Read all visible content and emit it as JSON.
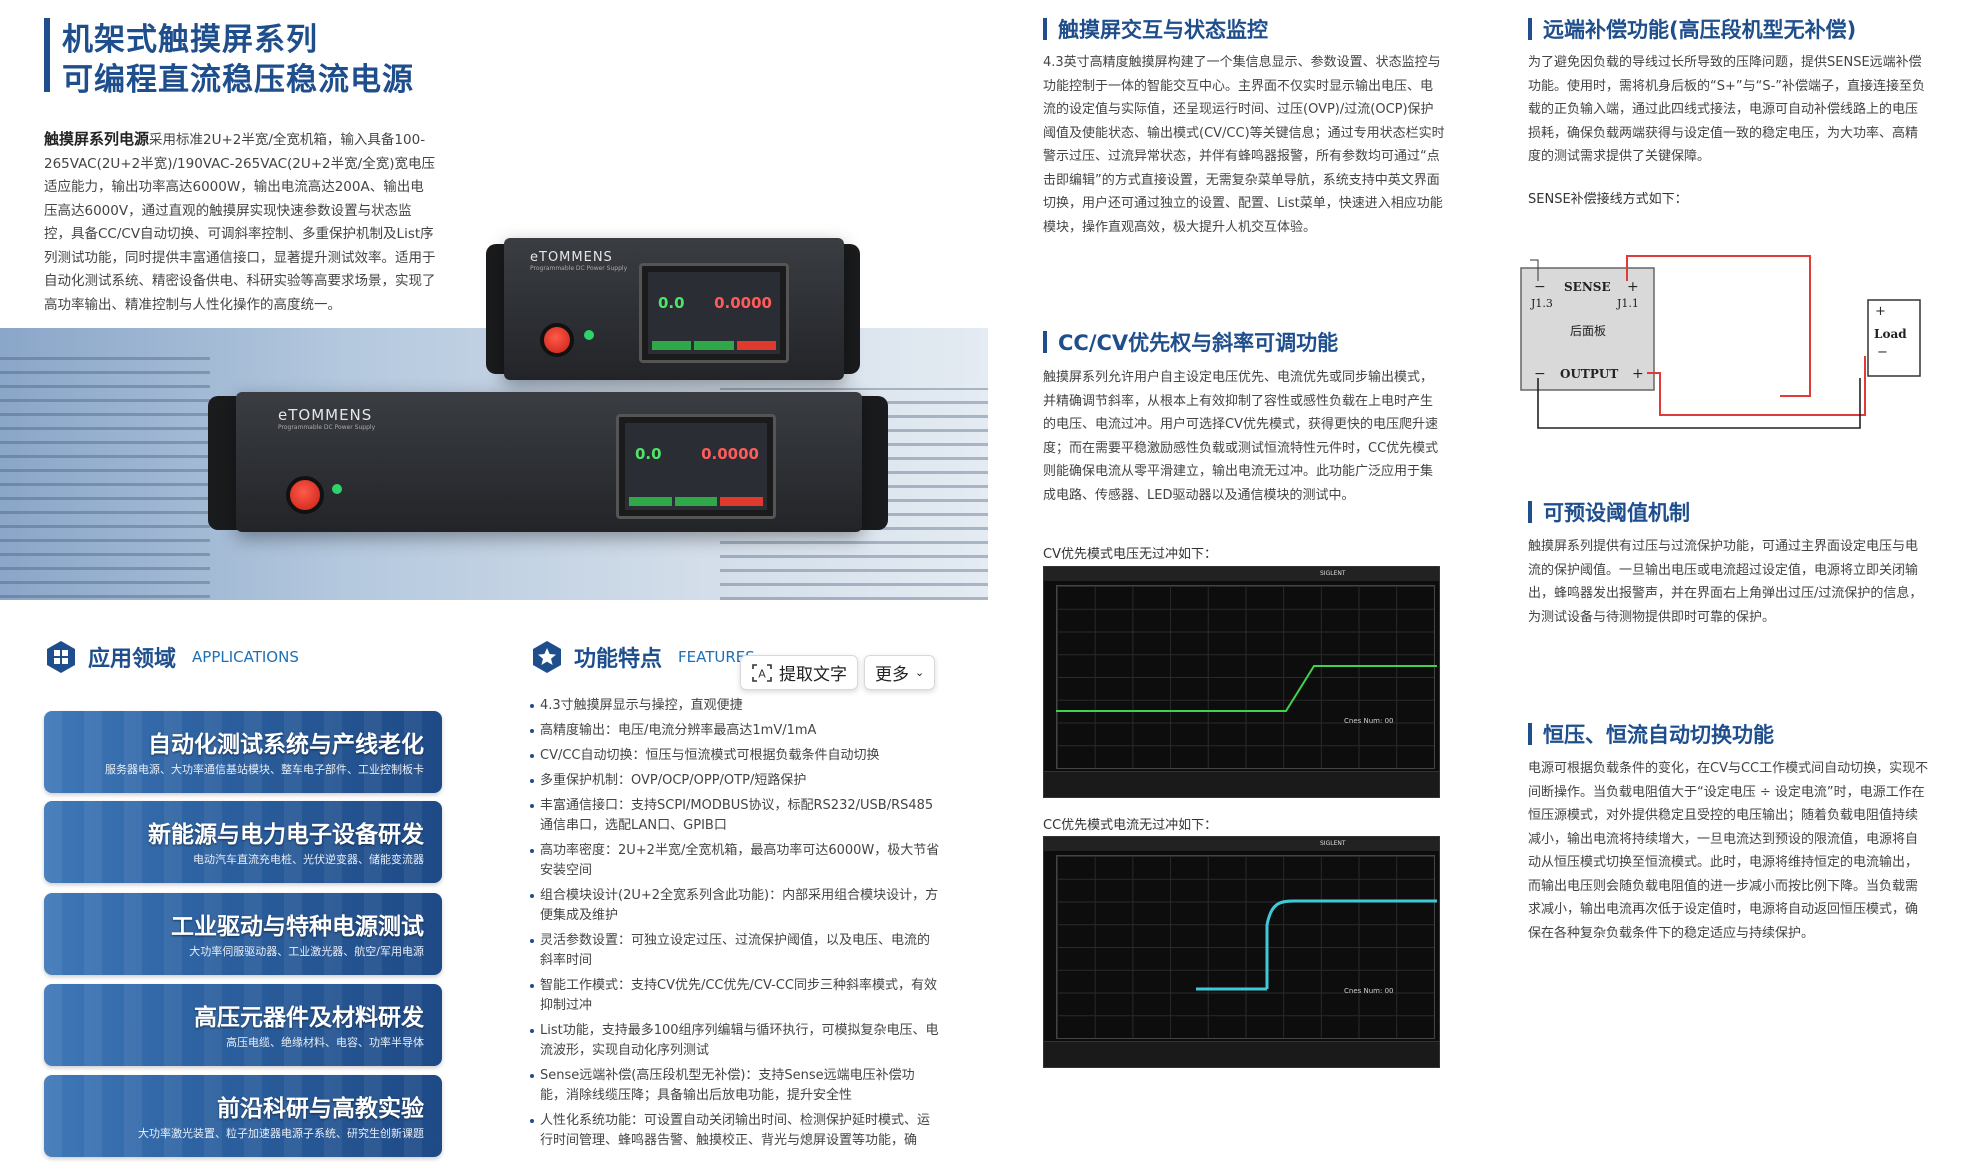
{
  "title": {
    "line1": "机架式触摸屏系列",
    "line2": "可编程直流稳压稳流电源"
  },
  "intro": {
    "bold": "触摸屏系列电源",
    "text": "采用标准2U+2半宽/全宽机箱，输入具备100-265VAC(2U+2半宽)/190VAC-265VAC(2U+2半宽/全宽)宽电压适应能力，输出功率高达6000W，输出电流高达200A、输出电压高达6000V，通过直观的触摸屏实现快速参数设置与状态监控，具备CC/CV自动切换、可调斜率控制、多重保护机制及List序列测试功能，同时提供丰富通信接口，显著提升测试效率。适用于自动化测试系统、精密设备供电、科研实验等高要求场景，实现了高功率输出、精准控制与人性化操作的高度统一。"
  },
  "product": {
    "brand": "eTOMMENS",
    "subtitle": "Programmable DC Power Supply",
    "voltage": "0.0",
    "current": "0.0000"
  },
  "applications": {
    "title": "应用领域",
    "title_en": "APPLICATIONS",
    "items": [
      {
        "title": "自动化测试系统与产线老化",
        "sub": "服务器电源、大功率通信基站模块、整车电子部件、工业控制板卡"
      },
      {
        "title": "新能源与电力电子设备研发",
        "sub": "电动汽车直流充电桩、光伏逆变器、储能变流器"
      },
      {
        "title": "工业驱动与特种电源测试",
        "sub": "大功率伺服驱动器、工业激光器、航空/军用电源"
      },
      {
        "title": "高压元器件及材料研发",
        "sub": "高压电缆、绝缘材料、电容、功率半导体"
      },
      {
        "title": "前沿科研与高教实验",
        "sub": "大功率激光装置、粒子加速器电源子系统、研究生创新课题"
      }
    ]
  },
  "features": {
    "title": "功能特点",
    "title_en": "FEATURES",
    "items": [
      "4.3寸触摸屏显示与操控，直观便捷",
      "高精度输出：电压/电流分辨率最高达1mV/1mA",
      "CV/CC自动切换：恒压与恒流模式可根据负载条件自动切换",
      "多重保护机制：OVP/OCP/OPP/OTP/短路保护",
      "丰富通信接口：支持SCPI/MODBUS协议，标配RS232/USB/RS485通信串口，选配LAN口、GPIB口",
      "高功率密度：2U+2半宽/全宽机箱，最高功率可达6000W，极大节省安装空间",
      "组合模块设计(2U+2全宽系列含此功能)：内部采用组合模块设计，方便集成及维护",
      "灵活参数设置：可独立设定过压、过流保护阈值，以及电压、电流的斜率时间",
      "智能工作模式：支持CV优先/CC优先/CV-CC同步三种斜率模式，有效抑制过冲",
      "List功能，支持最多100组序列编辑与循环执行，可模拟复杂电压、电流波形，实现自动化序列测试",
      "Sense远端补偿(高压段机型无补偿)：支持Sense远端电压补偿功能，消除线缆压降；具备输出后放电功能，提升安全性",
      "人性化系统功能：可设置自动关闭输出时间、检测保护延时模式、运行时间管理、蜂鸣器告警、触摸校正、背光与熄屏设置等功能，确"
    ]
  },
  "toolbar": {
    "extract": "提取文字",
    "more": "更多"
  },
  "touch": {
    "title": "触摸屏交互与状态监控",
    "text": "4.3英寸高精度触摸屏构建了一个集信息显示、参数设置、状态监控与功能控制于一体的智能交互中心。主界面不仅实时显示输出电压、电流的设定值与实际值，还呈现运行时间、过压(OVP)/过流(OCP)保护阈值及使能状态、输出模式(CV/CC)等关键信息；通过专用状态栏实时警示过压、过流异常状态，并伴有蜂鸣器报警，所有参数均可通过“点击即编辑”的方式直接设置，无需复杂菜单导航，系统支持中英文界面切换，用户还可通过独立的设置、配置、List菜单，快速进入相应功能模块，操作直观高效，极大提升人机交互体验。"
  },
  "ccv": {
    "title": "CC/CV优先权与斜率可调功能",
    "text": "触摸屏系列允许用户自主设定电压优先、电流优先或同步输出模式，并精确调节斜率，从根本上有效抑制了容性或感性负载在上电时产生的电压、电流过冲。用户可选择CV优先模式，获得更快的电压爬升速度；而在需要平稳激励感性负载或测试恒流特性元件时，CC优先模式则能确保电流从零平滑建立，输出电流无过冲。此功能广泛应用于集成电路、传感器、LED驱动器以及通信模块的测试中。",
    "cap1": "CV优先模式电压无过冲如下：",
    "cap2": "CC优先模式电流无过冲如下：",
    "scope_brand": "SIGLENT",
    "scope1_count": "Cnes Num: 00",
    "scope2_count": "Cnes Num: 00"
  },
  "sense": {
    "title": "远端补偿功能(高压段机型无补偿)",
    "text": "为了避免因负载的导线过长所导致的压降问题，提供SENSE远端补偿功能。使用时，需将机身后板的“S+”与“S-”补偿端子，直接连接至负载的正负输入端，通过此四线式接法，电源可自动补偿线路上的电压损耗，确保负载两端获得与设定值一致的稳定电压，为大功率、高精度的测试需求提供了关键保障。",
    "cap": "SENSE补偿接线方式如下：",
    "diagram": {
      "sense": "SENSE",
      "j13": "J1.3",
      "j11": "J1.1",
      "panel": "后面板",
      "output": "OUTPUT",
      "load": "Load",
      "minus": "−",
      "plus": "+"
    }
  },
  "threshold": {
    "title": "可预设阈值机制",
    "text": "触摸屏系列提供有过压与过流保护功能，可通过主界面设定电压与电流的保护阈值。一旦输出电压或电流超过设定值，电源将立即关闭输出，蜂鸣器发出报警声，并在界面右上角弹出过压/过流保护的信息，为测试设备与待测物提供即时可靠的保护。"
  },
  "auto": {
    "title": "恒压、恒流自动切换功能",
    "text": "电源可根据负载条件的变化，在CV与CC工作模式间自动切换，实现不间断操作。当负载电阻值大于“设定电压 ÷ 设定电流”时，电源工作在恒压源模式，对外提供稳定且受控的电压输出；随着负载电阻值持续减小，输出电流将持续增大，一旦电流达到预设的限流值，电源将自动从恒压模式切换至恒流模式。此时，电源将维持恒定的电流输出，而输出电压则会随负载电阻值的进一步减小而按比例下降。当负载需求减小，输出电流再次低于设定值时，电源将自动返回恒压模式，确保在各种复杂负载条件下的稳定适应与持续保护。"
  },
  "colors": {
    "primary": "#1f4e8c",
    "accent": "#1f6fb5",
    "trace1": "#3fd24a",
    "trace2": "#3fc8d8",
    "wire": "#e03a3a"
  }
}
